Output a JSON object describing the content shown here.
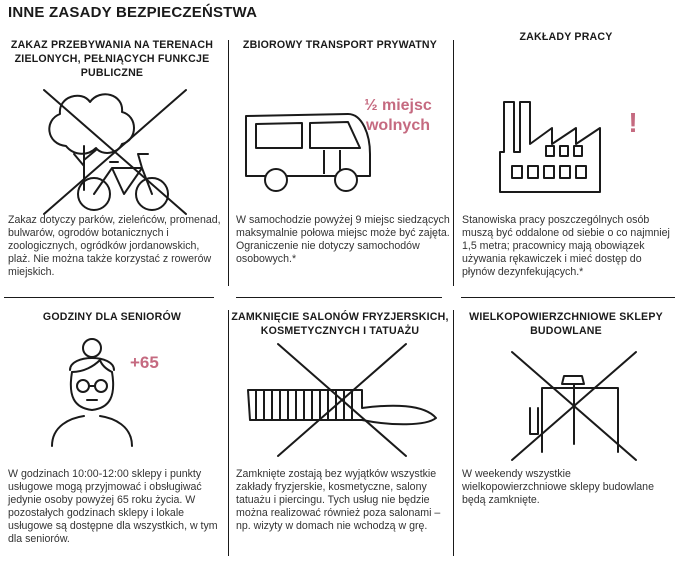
{
  "title": "INNE ZASADY BEZPIECZEŃSTWA",
  "colors": {
    "accent": "#c56a80",
    "ink": "#1a1a1a",
    "text": "#333333"
  },
  "panels": [
    {
      "heading": "ZAKAZ PRZEBYWANIA NA TERENACH ZIELONYCH, PEŁNIĄCYCH FUNKCJE PUBLICZNE",
      "icon": "tree-bicycle-crossed-icon",
      "body": "Zakaz dotyczy parków, zieleńców, promenad, bulwarów, ogrodów botanicznych i zoologicznych, ogródków jordanowskich, plaż. Nie można także korzystać z rowerów miejskich."
    },
    {
      "heading": "ZBIOROWY TRANSPORT PRYWATNY",
      "icon": "bus-icon",
      "callout_line1": "½ miejsc",
      "callout_line2": "wolnych",
      "body": "W samochodzie powyżej 9 miejsc siedzących maksymalnie połowa miejsc może być zajęta. Ograniczenie nie dotyczy samochodów osobowych.*"
    },
    {
      "heading": "ZAKŁADY PRACY",
      "icon": "factory-icon",
      "callout": "!",
      "body": "Stanowiska pracy poszczególnych osób muszą być oddalone od siebie o co najmniej 1,5 metra; pracownicy mają obowiązek używania rękawiczek i mieć dostęp do płynów dezynfekujących.*"
    },
    {
      "heading": "GODZINY DLA SENIORÓW",
      "icon": "senior-woman-icon",
      "callout": "+65",
      "body": "W godzinach 10:00-12:00 sklepy i punkty usługowe mogą przyjmować i obsługiwać jedynie osoby powyżej 65 roku życia. W pozostałych godzinach sklepy i lokale usługowe są dostępne dla wszystkich, w tym dla seniorów."
    },
    {
      "heading": "ZAMKNIĘCIE SALONÓW FRYZJERSKICH, KOSMETYCZNYCH I TATUAŻU",
      "icon": "comb-crossed-icon",
      "body": "Zamknięte zostają bez wyjątków wszystkie zakłady fryzjerskie, kosmetyczne, salony tatuażu i piercingu. Tych usług nie będzie można realizować również poza salonami – np. wizyty w domach nie wchodzą w grę."
    },
    {
      "heading": "WIELKOPOWIERZCHNIOWE SKLEPY BUDOWLANE",
      "icon": "tools-crossed-icon",
      "body": "W weekendy wszystkie wielkopowierzchniowe sklepy budowlane będą zamknięte."
    }
  ]
}
